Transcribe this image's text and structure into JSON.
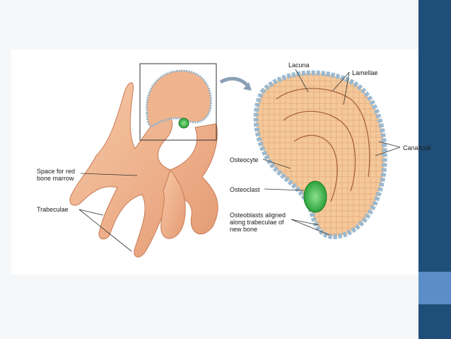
{
  "labels": {
    "lacuna": "Lacuna",
    "lamellae": "Lamellae",
    "canaliculi": "Canaliculi",
    "osteocyte": "Osteocyte",
    "osteoclast": "Osteoclast",
    "osteoblasts_line1": "Osteoblasts aligned",
    "osteoblasts_line2": "along trabeculae of",
    "osteoblasts_line3": "new bone",
    "marrow_line1": "Space for red",
    "marrow_line2": "bone marrow",
    "trabeculae": "Trabeculae"
  },
  "colors": {
    "accent_dark": "#1f4e79",
    "accent_light": "#5b8ec6",
    "bone": "#f0b48c",
    "lamella": "#f5c99a",
    "osteoblast": "#b9cfe0",
    "osteoclast": "#3cbf4a"
  }
}
